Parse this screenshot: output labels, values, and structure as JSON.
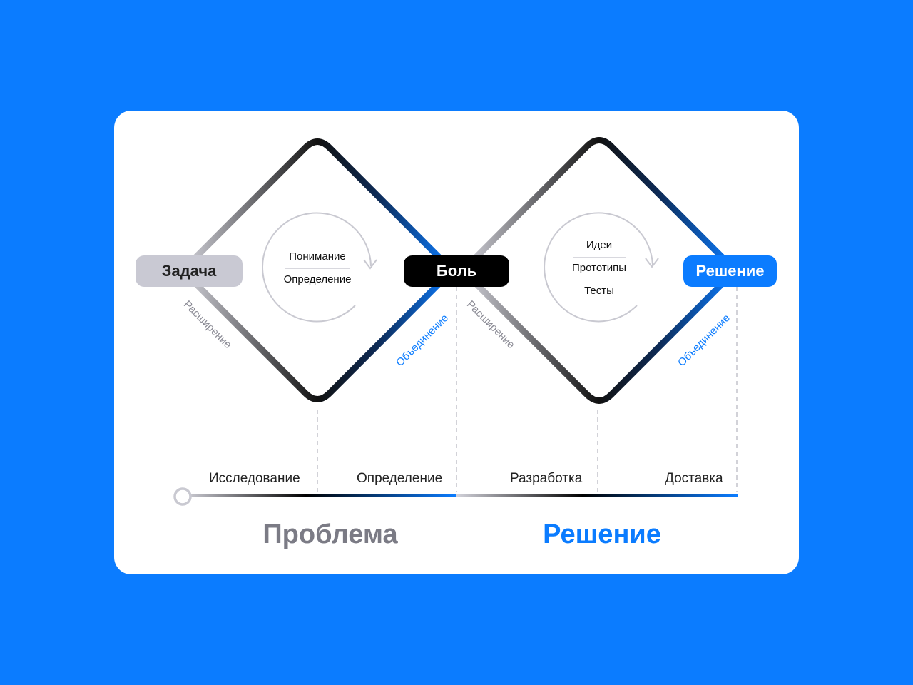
{
  "colors": {
    "background": "#0b7cff",
    "accent": "#0b7cff",
    "gray": "#c9c9d3",
    "dark": "#000000",
    "muted_text": "#7b7b85"
  },
  "nodes": {
    "task": "Задача",
    "pain": "Боль",
    "solution": "Решение"
  },
  "left_cycle": [
    "Понимание",
    "Определение"
  ],
  "right_cycle": [
    "Идеи",
    "Прототипы",
    "Тесты"
  ],
  "edges": {
    "left_expand": "Расширение",
    "left_converge": "Объединение",
    "right_expand": "Расширение",
    "right_converge": "Объединение"
  },
  "timeline": {
    "stages": [
      "Исследование",
      "Определение",
      "Разработка",
      "Доставка"
    ]
  },
  "phases": {
    "problem": "Проблема",
    "solution": "Решение"
  }
}
